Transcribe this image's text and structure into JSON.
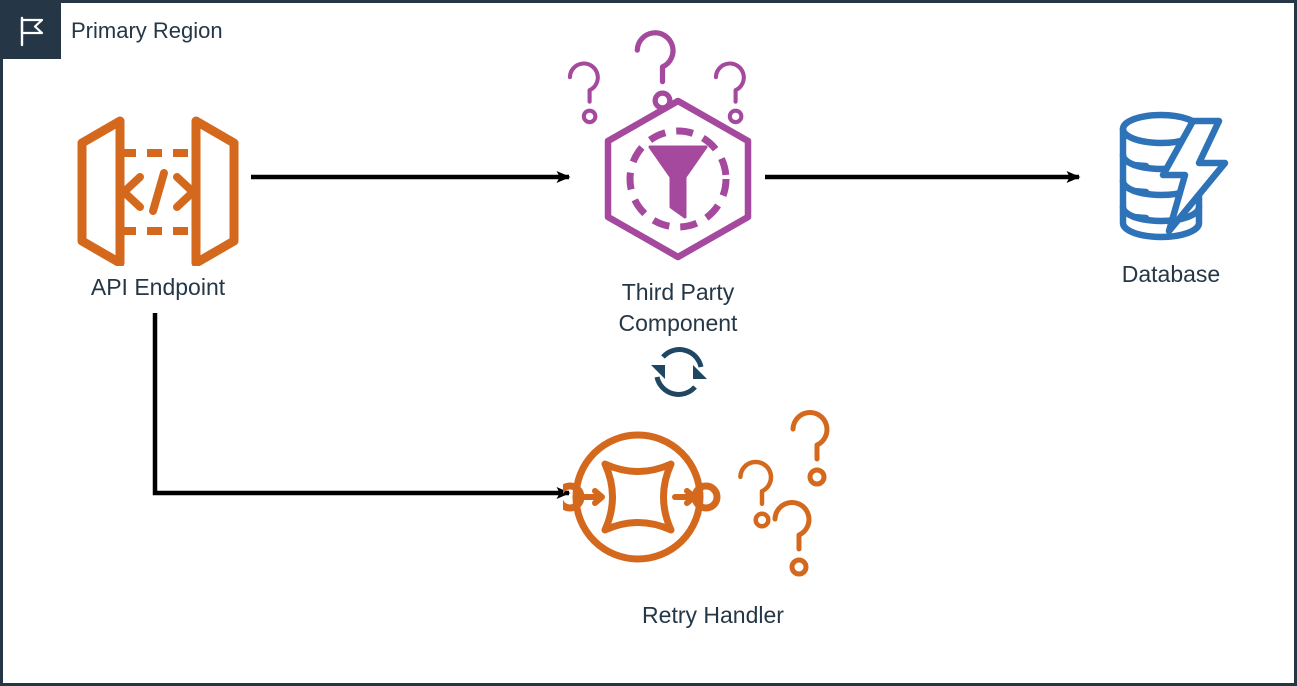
{
  "diagram": {
    "title": "Primary Region",
    "badge_icon": "flag-icon",
    "border_color": "#253746",
    "background": "#ffffff",
    "text_color": "#253746",
    "colors": {
      "orange": "#D4691E",
      "purple": "#A4499E",
      "blue": "#2E73B8",
      "navy": "#253746",
      "arrow_black": "#000000"
    }
  },
  "nodes": [
    {
      "id": "api-endpoint",
      "label": "API Endpoint",
      "icon": "api-gateway-icon",
      "color": "#D4691E"
    },
    {
      "id": "third-party-component",
      "label": "Third Party\nComponent",
      "icon": "hexagon-funnel-icon",
      "color": "#A4499E",
      "decoration": "three-question-marks",
      "decoration_color": "#A4499E"
    },
    {
      "id": "database",
      "label": "Database",
      "icon": "database-lightning-icon",
      "color": "#2E73B8"
    },
    {
      "id": "retry-handler",
      "label": "Retry Handler",
      "icon": "retry-circle-icon",
      "color": "#D4691E",
      "decoration": "three-question-marks",
      "decoration_color": "#D4691E"
    }
  ],
  "decorations": [
    {
      "id": "retry-loop",
      "icon": "refresh-loop-icon",
      "color": "#253746"
    }
  ],
  "connectors": [
    {
      "id": "api-to-thirdparty",
      "from": "api-endpoint",
      "to": "third-party-component",
      "style": "straight",
      "color": "#000000"
    },
    {
      "id": "thirdparty-to-database",
      "from": "third-party-component",
      "to": "database",
      "style": "straight",
      "color": "#000000"
    },
    {
      "id": "api-to-retry",
      "from": "api-endpoint",
      "to": "retry-handler",
      "style": "elbow",
      "color": "#000000"
    }
  ]
}
